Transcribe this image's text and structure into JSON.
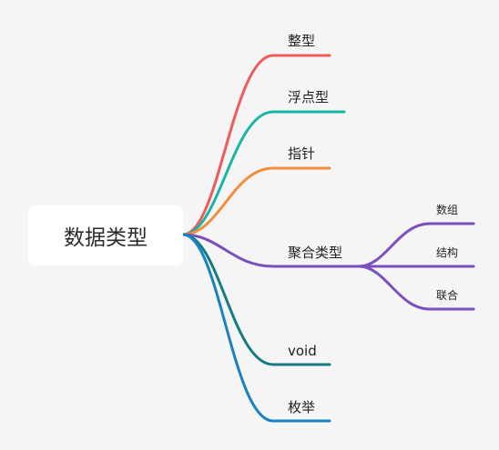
{
  "mindmap": {
    "root": {
      "label": "数据类型"
    },
    "branches": [
      {
        "id": "int",
        "label": "整型",
        "color": "#f05a5a",
        "children": []
      },
      {
        "id": "float",
        "label": "浮点型",
        "color": "#1bb5a8",
        "children": []
      },
      {
        "id": "pointer",
        "label": "指针",
        "color": "#f28e3c",
        "children": []
      },
      {
        "id": "aggregate",
        "label": "聚合类型",
        "color": "#7a4fbf",
        "children": [
          {
            "id": "array",
            "label": "数组"
          },
          {
            "id": "struct",
            "label": "结构"
          },
          {
            "id": "union",
            "label": "联合"
          }
        ]
      },
      {
        "id": "void",
        "label": "void",
        "color": "#167c80",
        "children": []
      },
      {
        "id": "enum",
        "label": "枚举",
        "color": "#1a82c4",
        "children": []
      }
    ]
  }
}
